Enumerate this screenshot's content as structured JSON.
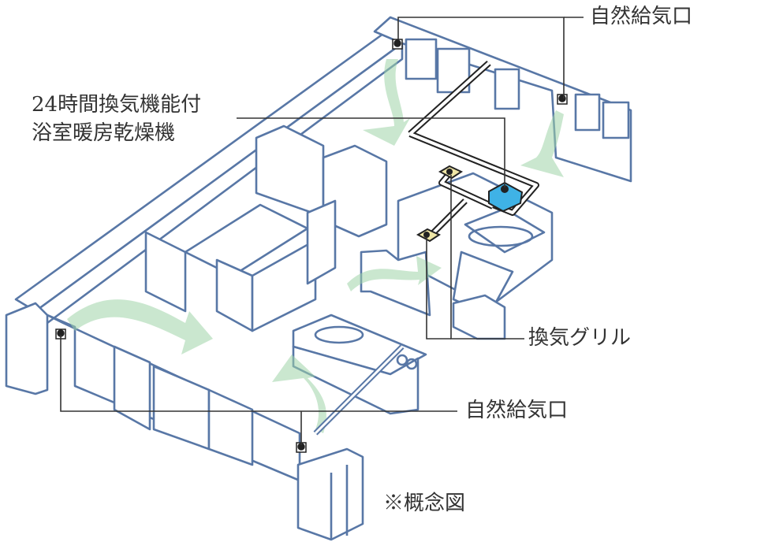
{
  "labels": {
    "natural_inlet_top": "自然給気口",
    "bath_fan_line1": "24時間換気機能付",
    "bath_fan_line2": "浴室暖房乾燥機",
    "grille": "換気グリル",
    "natural_inlet_bottom": "自然給気口",
    "note": "※概念図"
  },
  "colors": {
    "wall": "#5877a6",
    "airflow": "#9fd3a8",
    "fan": "#3fb2e6",
    "grille": "#efe6a6"
  }
}
